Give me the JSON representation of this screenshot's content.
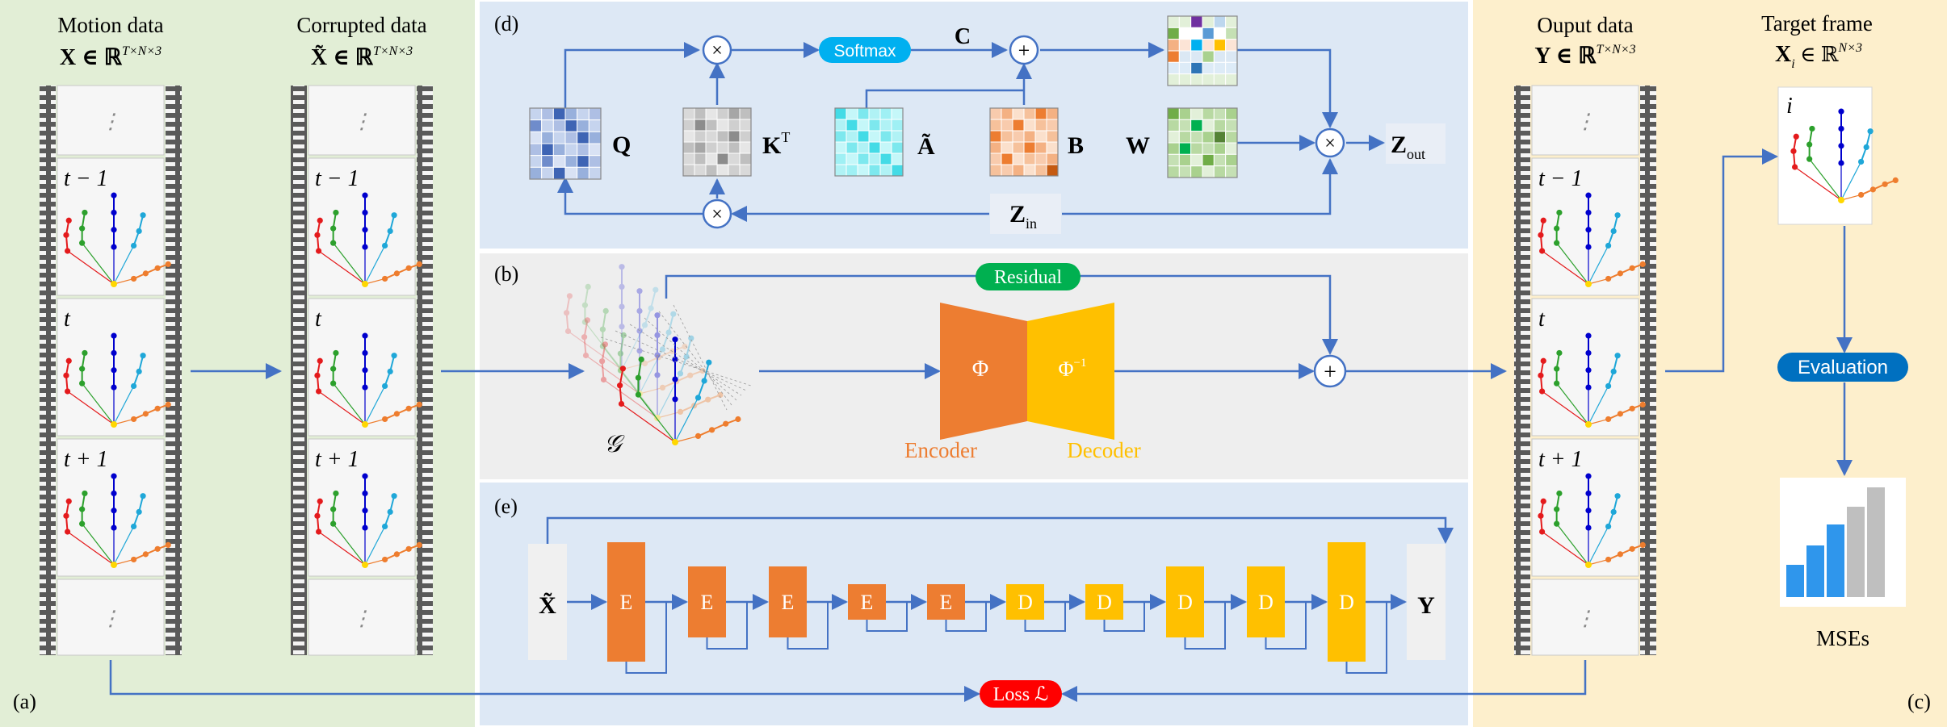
{
  "panel_a": {
    "tag": "(a)",
    "motion": {
      "title": "Motion data",
      "formula": "X ∈ ℝ",
      "sup": "T×N×3"
    },
    "corrupted": {
      "title": "Corrupted data",
      "formula": "X̃ ∈ ℝ",
      "sup": "T×N×3"
    },
    "frames": {
      "dots": "⋮",
      "prev": "t − 1",
      "cur": "t",
      "next": "t + 1"
    }
  },
  "panel_d": {
    "tag": "(d)",
    "softmax": "Softmax",
    "C": "C",
    "Q": "Q",
    "KT": "K",
    "KT_sup": "T",
    "A": "Ã",
    "B": "B",
    "W": "W",
    "Zout": "Z",
    "Zout_sub": "out",
    "Zin": "Z",
    "Zin_sub": "in",
    "times": "×",
    "plus": "+"
  },
  "panel_b": {
    "tag": "(b)",
    "residual": "Residual",
    "graph": "𝒢",
    "phi": "Φ",
    "phi_inv": "Φ",
    "phi_inv_sup": "−1",
    "encoder": "Encoder",
    "decoder": "Decoder",
    "plus": "+"
  },
  "panel_e": {
    "tag": "(e)",
    "input": "X̃",
    "output": "Y",
    "enc": "E",
    "dec": "D"
  },
  "loss": {
    "label": "Loss ℒ"
  },
  "panel_c": {
    "tag": "(c)",
    "output": {
      "title": "Ouput data",
      "formula": "Y ∈ ℝ",
      "sup": "T×N×3"
    },
    "target": {
      "title": "Target frame",
      "formula": "X",
      "sub": "i",
      "formula2": "∈ ℝ",
      "sup": "N×3"
    },
    "frame_index": "i",
    "evaluation": "Evaluation",
    "mses": "MSEs"
  },
  "colors": {
    "panel_green": "#e2eed6",
    "panel_blue": "#dde8f5",
    "panel_gray": "#eeeeee",
    "panel_yellow": "#fdefcc",
    "arrow": "#4472c4",
    "encoder": "#ed7d31",
    "decoder": "#ffc000",
    "residual": "#00b050",
    "softmax": "#00b0f0",
    "loss": "#ff0000",
    "evaluation": "#0070c0"
  }
}
